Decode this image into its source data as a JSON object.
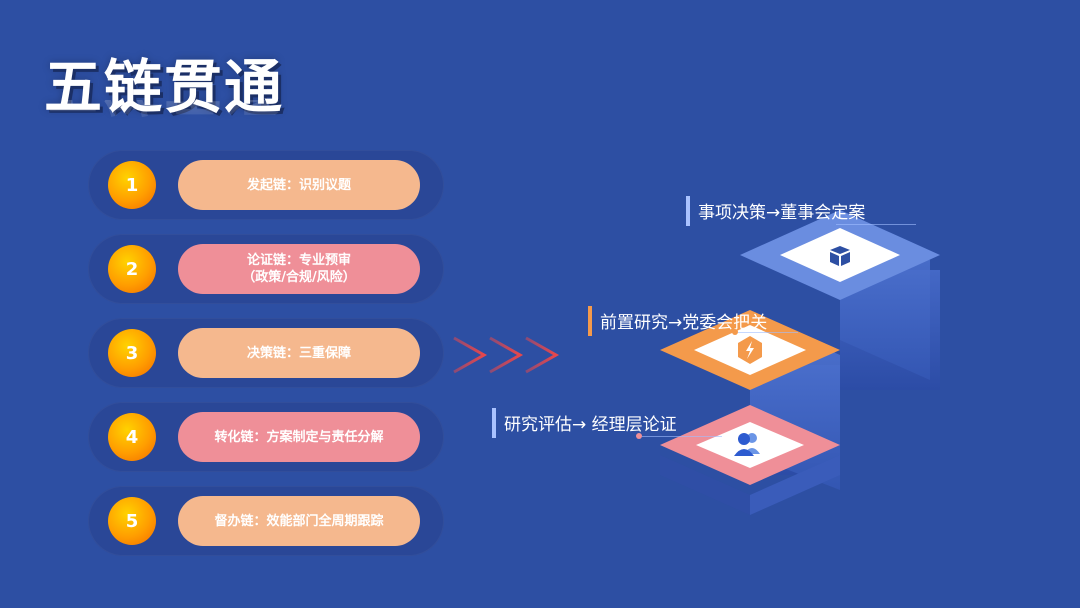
{
  "title": "五链贯通",
  "chains": [
    {
      "number": "1",
      "line1": "发起链：识别议题",
      "line2": "",
      "style": "peach"
    },
    {
      "number": "2",
      "line1": "论证链：专业预审",
      "line2": "（政策/合规/风险）",
      "style": "pink"
    },
    {
      "number": "3",
      "line1": "决策链：三重保障",
      "line2": "",
      "style": "peach"
    },
    {
      "number": "4",
      "line1": "转化链：方案制定与责任分解",
      "line2": "",
      "style": "pink"
    },
    {
      "number": "5",
      "line1": "督办链：效能部门全周期跟踪",
      "line2": "",
      "style": "peach"
    }
  ],
  "steps": [
    {
      "label": "研究评估→ 经理层论证",
      "icon": "users-icon",
      "color": "#ef8f98"
    },
    {
      "label": "前置研究→党委会把关",
      "icon": "lightning-icon",
      "color": "#f49a4b"
    },
    {
      "label": "事项决策→董事会定案",
      "icon": "box-icon",
      "color": "#6a8de0"
    }
  ],
  "colors": {
    "background": "#2d4fa3",
    "peach": "#f5b88e",
    "pink": "#ef8f98",
    "orange": "#f49a4b",
    "blue_step": "#6a8de0",
    "arrow": "#e8474b"
  }
}
